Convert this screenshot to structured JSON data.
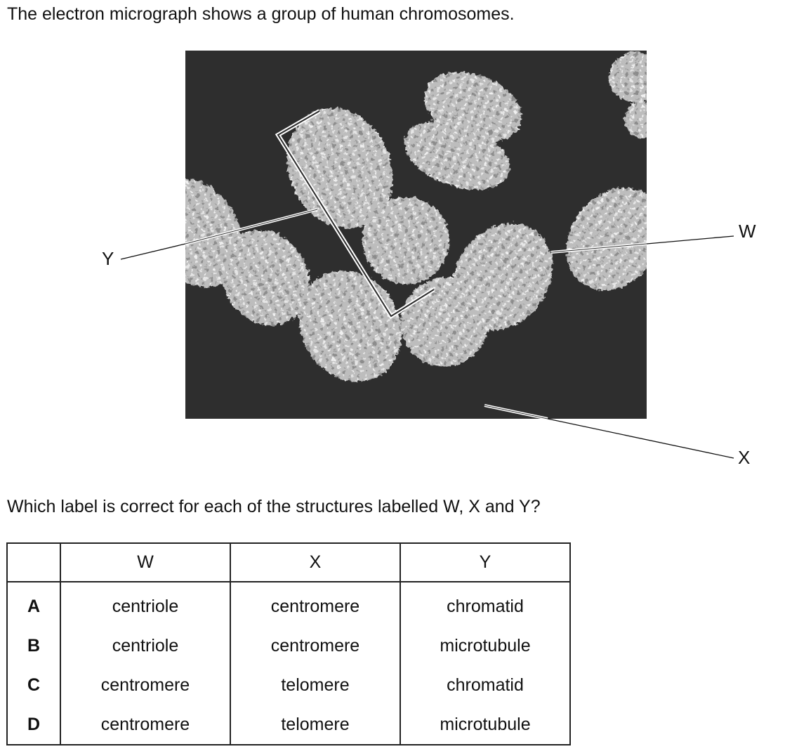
{
  "intro_text": "The electron micrograph shows a group of human chromosomes.",
  "figure": {
    "labels": {
      "w": "W",
      "x": "X",
      "y": "Y"
    },
    "background_color": "#2e2e2e",
    "chromosome_color": "#b9b9b9"
  },
  "question_text": "Which label is correct for each of the structures labelled W, X and Y?",
  "table": {
    "headers": [
      "",
      "W",
      "X",
      "Y"
    ],
    "rows": [
      {
        "option": "A",
        "w": "centriole",
        "x": "centromere",
        "y": "chromatid"
      },
      {
        "option": "B",
        "w": "centriole",
        "x": "centromere",
        "y": "microtubule"
      },
      {
        "option": "C",
        "w": "centromere",
        "x": "telomere",
        "y": "chromatid"
      },
      {
        "option": "D",
        "w": "centromere",
        "x": "telomere",
        "y": "microtubule"
      }
    ]
  }
}
